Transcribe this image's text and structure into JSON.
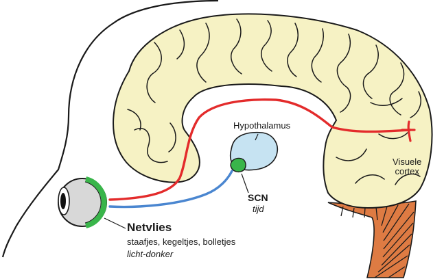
{
  "labels": {
    "hypothalamus": "Hypothalamus",
    "visual_cortex_line1": "Visuele",
    "visual_cortex_line2": "cortex",
    "scn": "SCN",
    "scn_sub": "tijd",
    "retina": "Netvlies",
    "retina_cells": "staafjes, kegeltjes, bolletjes",
    "retina_function": "licht-donker"
  },
  "colors": {
    "brain_fill": "#f6f2c4",
    "outline": "#1a1a1a",
    "visual_pathway": "#e32b2b",
    "circadian_pathway": "#4a86d0",
    "hypothalamus_fill": "#c6e3f2",
    "scn_fill": "#39b54a",
    "retina_green": "#39b54a",
    "eye_fill": "#d8d8d8",
    "spinal_cord": "#de7b43"
  }
}
